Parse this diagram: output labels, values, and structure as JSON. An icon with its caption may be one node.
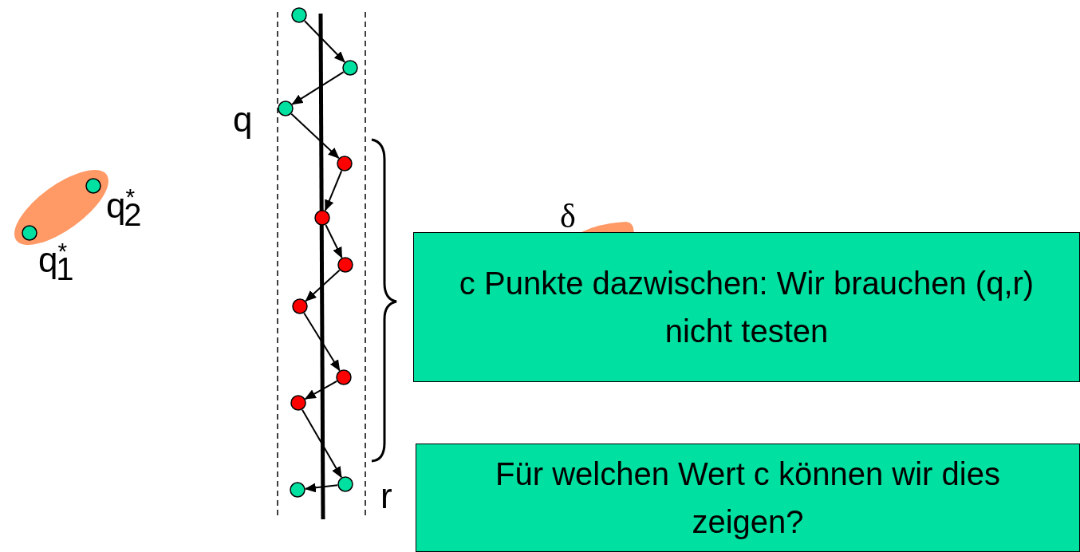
{
  "diagram": {
    "nodes": [
      {
        "text": [],
        "shape": "ellipse"
      },
      {
        "text": [],
        "shape": "circle",
        "in": 0,
        "beside": [
          "q$^{*}$$_{1}$"
        ]
      },
      {
        "text": [],
        "shape": "circle",
        "in": 0,
        "beside": [
          "q$^{*}$$_{2}$"
        ]
      },
      {
        "text": [],
        "shape": "circle"
      },
      {
        "text": [],
        "shape": "circle"
      },
      {
        "text": [],
        "shape": "circle",
        "beside": [
          "q"
        ]
      },
      {
        "text": [],
        "shape": "circle"
      },
      {
        "text": [],
        "shape": "circle"
      },
      {
        "text": [],
        "shape": "circle"
      },
      {
        "text": [],
        "shape": "circle"
      },
      {
        "text": [],
        "shape": "circle"
      },
      {
        "text": [],
        "shape": "circle"
      },
      {
        "text": [],
        "shape": "circle",
        "beside": [
          "r"
        ]
      },
      {
        "text": [],
        "shape": "circle"
      },
      {
        "text": [
          "c Punkte dazwischen: Wir brauchen (q,r) nicht testen"
        ]
      },
      {
        "text": [
          "Für welchen Wert c können wir dies zeigen?"
        ]
      }
    ],
    "edges": [
      {
        "from": 3,
        "to": 4,
        "arrow": "to"
      },
      {
        "from": 4,
        "to": 5,
        "arrow": "to"
      },
      {
        "from": 5,
        "to": 6,
        "arrow": "to"
      },
      {
        "from": 6,
        "to": 7,
        "arrow": "to"
      },
      {
        "from": 7,
        "to": 8,
        "arrow": "to"
      },
      {
        "from": 8,
        "to": 9,
        "arrow": "to"
      },
      {
        "from": 9,
        "to": 10,
        "arrow": "to"
      },
      {
        "from": 10,
        "to": 11,
        "arrow": "to"
      },
      {
        "from": 11,
        "to": 12,
        "arrow": "to"
      },
      {
        "from": 12,
        "to": 13,
        "arrow": "to"
      }
    ],
    "labels": [
      "δ"
    ]
  }
}
